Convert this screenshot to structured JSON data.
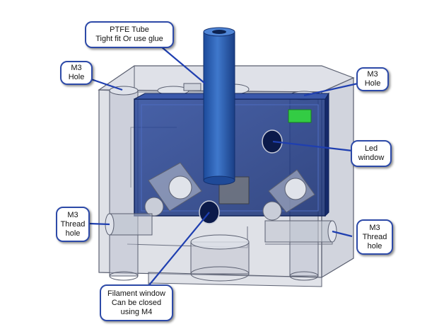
{
  "callouts": {
    "ptfe": {
      "line1": "PTFE Tube",
      "line2": "Tight fit Or use glue"
    },
    "m3_hole_left": {
      "line1": "M3",
      "line2": "Hole"
    },
    "m3_hole_right": {
      "line1": "M3",
      "line2": "Hole"
    },
    "led_window": {
      "line1": "Led",
      "line2": "window"
    },
    "m3_thread_left": {
      "line1": "M3",
      "line2": "Thread",
      "line3": "hole"
    },
    "m3_thread_right": {
      "line1": "M3",
      "line2": "Thread",
      "line3": "hole"
    },
    "filament_window": {
      "line1": "Filament window",
      "line2": "Can be closed",
      "line3": "using M4"
    }
  },
  "colors": {
    "callout_border": "#2d4aa8",
    "housing_fill": "#c7cbd6",
    "housing_edge": "#5a5f70",
    "board_fill": "#1f3b8c",
    "tube_fill": "#2a5cb0",
    "led_fill": "#33cc44"
  }
}
